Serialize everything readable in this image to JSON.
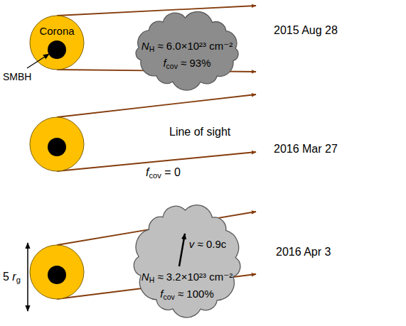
{
  "diagram": {
    "nodes": [
      {
        "text": [
          "Corona"
        ]
      },
      {
        "text": [
          "NH ≈ 6.0×10²³ cm⁻²",
          "fcov ≈ 93%"
        ]
      },
      {
        "text": [
          "v ≈ 0.9c",
          "NH ≈ 3.2×10²³ cm⁻²",
          "fcov ≈ 100%"
        ]
      }
    ],
    "labels": [
      "SMBH",
      "2015 Aug 28",
      "Line of sight",
      "fcov = 0",
      "2016 Mar 27",
      "2016 Apr 3",
      "5 rg"
    ]
  }
}
